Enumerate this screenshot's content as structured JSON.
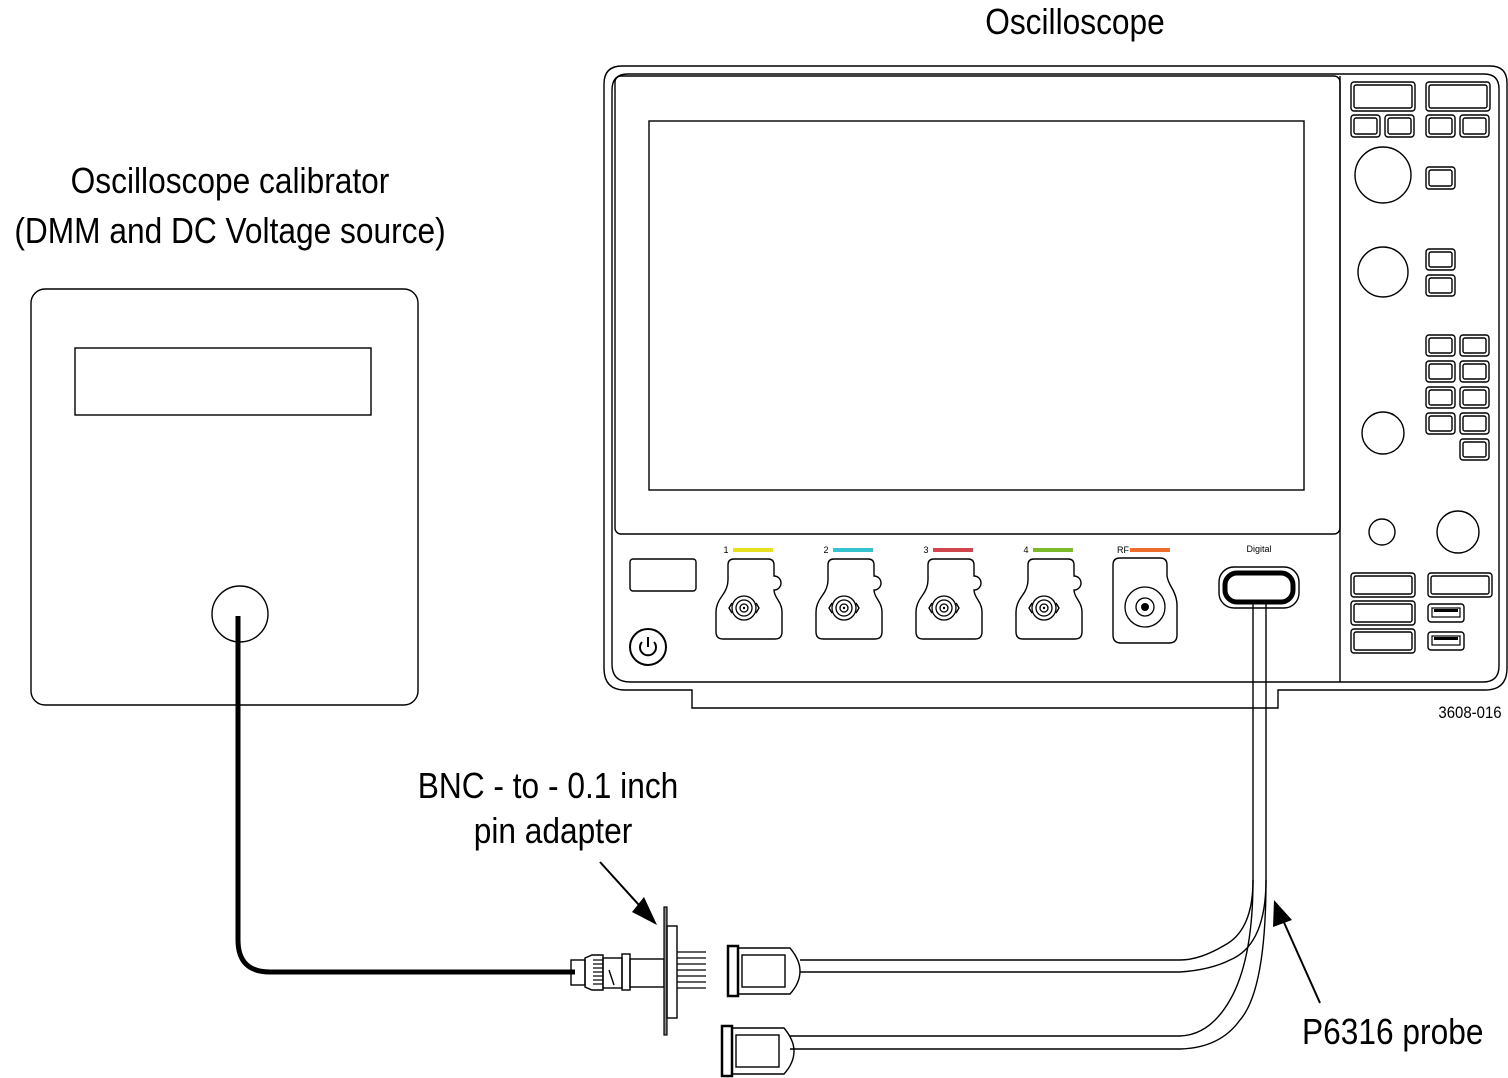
{
  "labels": {
    "oscilloscope": "Oscilloscope",
    "calibrator_line1": "Oscilloscope calibrator",
    "calibrator_line2": "(DMM and DC Voltage source)",
    "adapter_line1": "BNC - to - 0.1 inch",
    "adapter_line2": "pin adapter",
    "probe": "P6316 probe",
    "figure_id": "3608-016"
  },
  "channels": [
    {
      "label": "1",
      "color": "#e6e020",
      "icon": "bnc-connector"
    },
    {
      "label": "2",
      "color": "#34c3cf",
      "icon": "bnc-connector"
    },
    {
      "label": "3",
      "color": "#d1454f",
      "icon": "bnc-connector"
    },
    {
      "label": "4",
      "color": "#7bbb2a",
      "icon": "bnc-connector"
    },
    {
      "label": "RF",
      "color": "#ef6d2a",
      "icon": "rf-connector"
    }
  ],
  "digital": {
    "label": "Digital",
    "icon": "digital-probe-port"
  },
  "power": {
    "icon": "power-icon"
  },
  "usb_ports": [
    {
      "icon": "usb-icon"
    },
    {
      "icon": "usb-icon"
    }
  ]
}
